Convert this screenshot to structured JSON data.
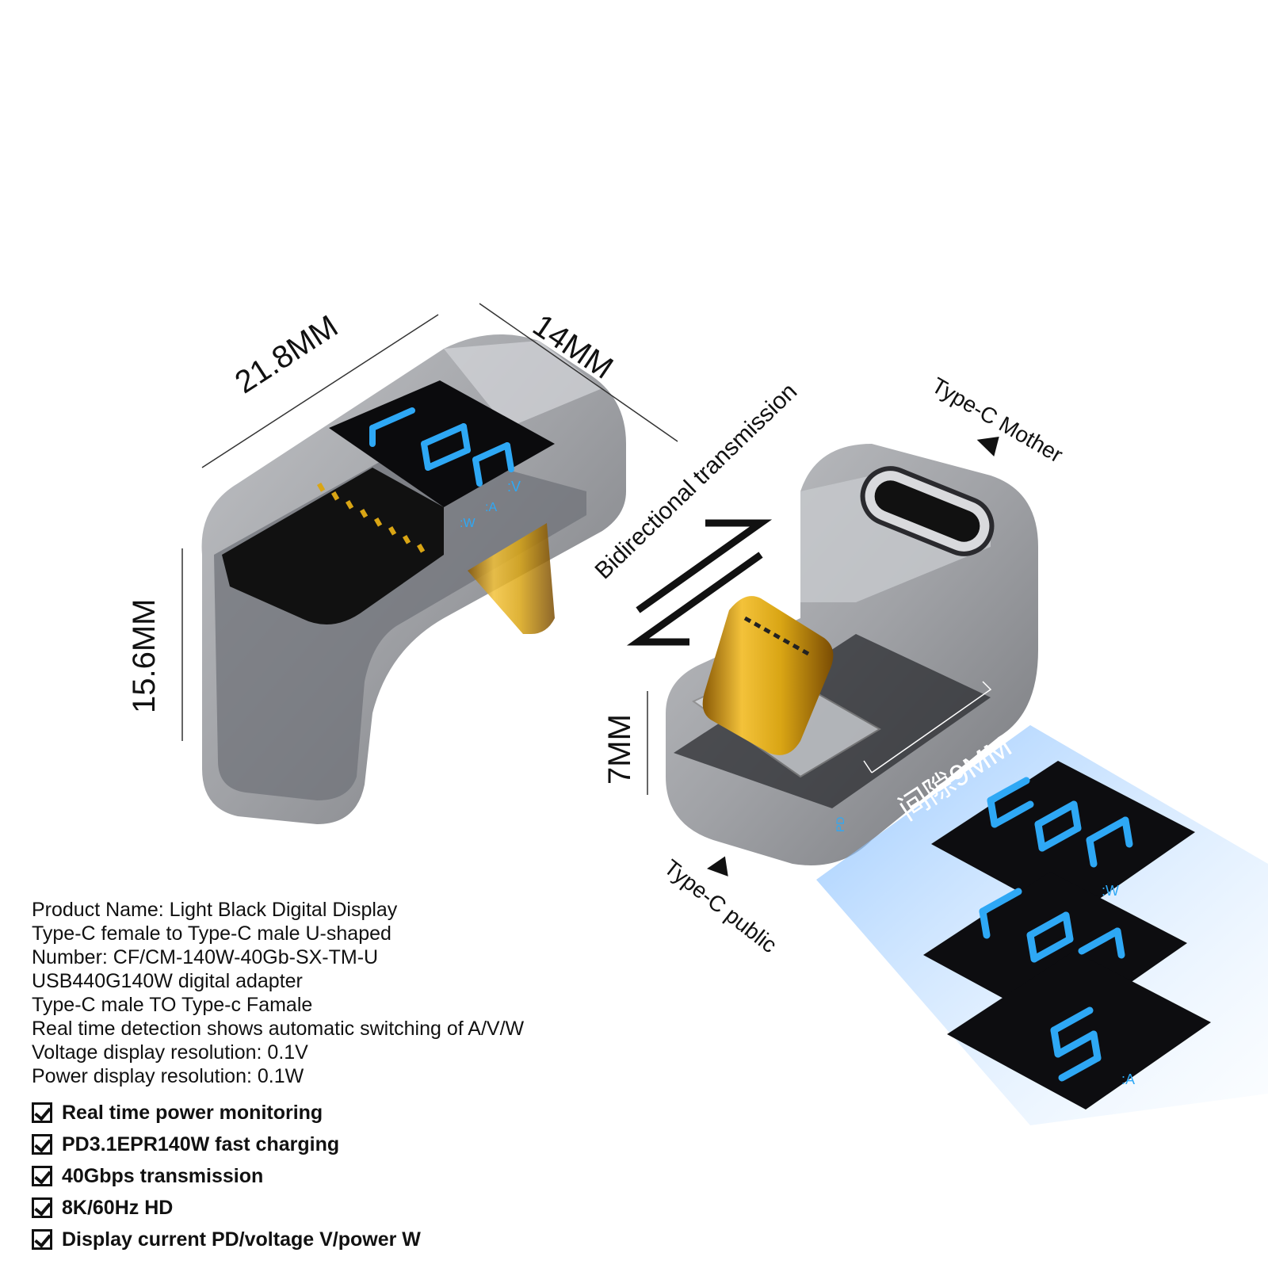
{
  "dimensions": {
    "width": "21.8MM",
    "depth": "14MM",
    "height": "15.6MM",
    "thickness": "7MM",
    "gap": "间隙9MM"
  },
  "labels": {
    "bidirectional": "Bidirectional transmission",
    "type_c_mother": "Type-C Mother",
    "type_c_public": "Type-C public"
  },
  "display": {
    "unit_v": ":V",
    "unit_a": ":A",
    "unit_w": ":W",
    "pd_badge": "PD"
  },
  "colors": {
    "led_blue": "#2ea8f5",
    "body_gray": "#8a8c90",
    "gold": "#d9a514"
  },
  "description": [
    "Product Name: Light Black Digital Display",
    "Type-C female to Type-C male U-shaped",
    "Number: CF/CM-140W-40Gb-SX-TM-U",
    "USB440G140W digital adapter",
    "Type-C male TO Type-c Famale",
    "Real time detection shows automatic switching of A/V/W",
    "Voltage display resolution: 0.1V",
    "Power display resolution: 0.1W"
  ],
  "features": [
    "Real time power monitoring",
    "PD3.1EPR140W fast charging",
    "40Gbps transmission",
    "8K/60Hz HD",
    "Display current PD/voltage V/power W"
  ],
  "icons": {
    "checkbox": "checkbox-checked-icon",
    "arrows": "bidirectional-arrows-icon",
    "pointer": "triangle-pointer-icon"
  }
}
